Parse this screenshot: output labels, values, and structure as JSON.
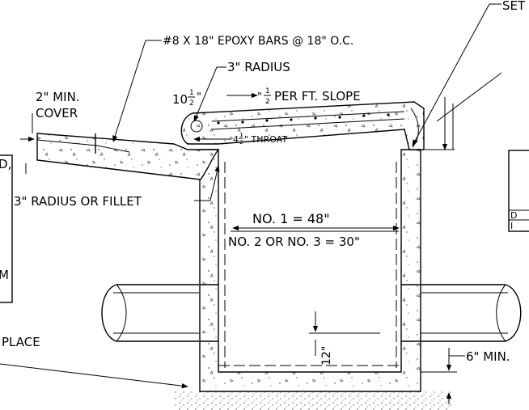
{
  "labels": {
    "set": "SET",
    "epoxy_bars": "#8 X 18\" EPOXY BARS @ 18\" O.C.",
    "radius": "3\" RADIUS",
    "ten_half_whole": "10",
    "ten_half_num": "1",
    "ten_half_den": "2",
    "ten_half_unit": "\"",
    "slope_unit": "\"",
    "slope_num": "1",
    "slope_den": "2",
    "slope_text": "PER FT. SLOPE",
    "cover_line1": "2\" MIN.",
    "cover_line2": "COVER",
    "throat_whole": "4",
    "throat_num": "1",
    "throat_den": "2",
    "throat_text": "\" THROAT",
    "fillet": "3\" RADIUS OR FILLET",
    "no1": "NO. 1 = 48\"",
    "no23": "NO. 2 OR NO. 3 = 30\"",
    "twelve": "12\"",
    "six_min": "6\" MIN.",
    "place": "PLACE",
    "cut_comma": "D,",
    "cut_m": "M",
    "table_d": "D",
    "table_i": "I"
  }
}
